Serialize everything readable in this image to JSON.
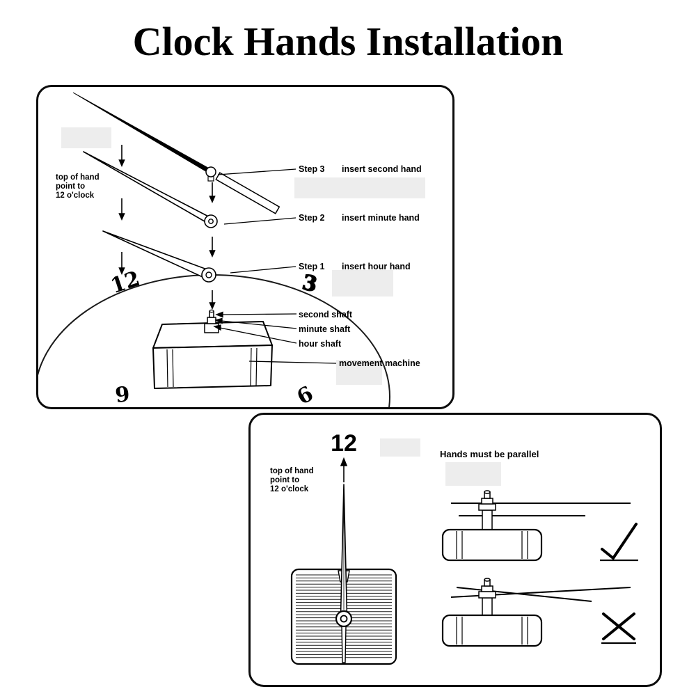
{
  "title": "Clock Hands Installation",
  "panel1": {
    "note": [
      "top of hand",
      "point to",
      "12 o'clock"
    ],
    "steps": [
      {
        "step": "Step 3",
        "label": "insert second hand"
      },
      {
        "step": "Step 2",
        "label": "insert minute hand"
      },
      {
        "step": "Step 1",
        "label": "insert hour hand"
      }
    ],
    "shafts": [
      "second shaft",
      "minute shaft",
      "hour shaft"
    ],
    "machine_label": "movement  machine",
    "clock_numbers": [
      "12",
      "3",
      "9",
      "6"
    ]
  },
  "panel2": {
    "twelve": "12",
    "note": [
      "top of hand",
      "point to",
      "12 o'clock"
    ],
    "parallel_label": "Hands must be parallel"
  },
  "colors": {
    "ink": "#000000",
    "paper": "#ffffff",
    "ghost": "#ededed"
  }
}
